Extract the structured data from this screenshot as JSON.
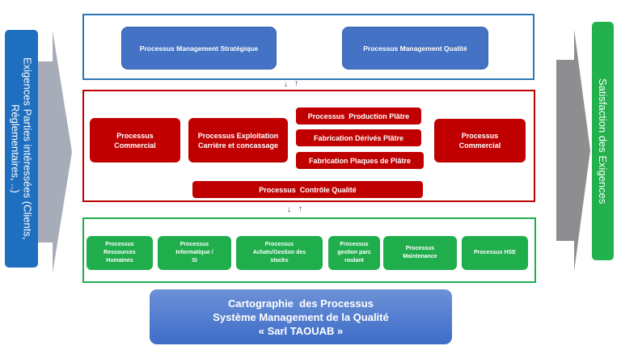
{
  "left_bar": {
    "label": "Exigences Parties intéressées (Clients, Réglementaires, ..)"
  },
  "right_bar": {
    "label": "Satisfaction des Exigences"
  },
  "management": {
    "items": [
      {
        "label": "Processus Management Stratégique"
      },
      {
        "label": "Processus Management Qualité"
      }
    ]
  },
  "realisation": {
    "commercial_left": "Processus Commercial",
    "exploitation": "Processus Exploitation Carrière et concassage",
    "production": "Processus  Production Plâtre",
    "derives": "Fabrication Dérivés Plâtre",
    "plaques": "Fabrication Plaques de Plâtre",
    "commercial_right": "Processus Commercial",
    "controle": "Processus  Contrôle Qualité"
  },
  "support": {
    "items": [
      {
        "label": "Processus Ressources Humaines"
      },
      {
        "label": "Processus Informatique / SI"
      },
      {
        "label": "Processus Achats/Gestion des stocks"
      },
      {
        "label": "Processus gestion parc roulant"
      },
      {
        "label": "Processus Maintenance"
      },
      {
        "label": "Processus HSE"
      }
    ]
  },
  "arrows": {
    "down": "↓",
    "up": "↑"
  },
  "title": {
    "line1": "Cartographie  des Processus",
    "line2": "Système Management de la Qualité",
    "line3": "« Sarl TAOUAB »"
  },
  "colors": {
    "management": "#4472c4",
    "realisation": "#c00000",
    "support": "#1fae4b",
    "input": "#1f6fc0",
    "output": "#22b14c"
  }
}
